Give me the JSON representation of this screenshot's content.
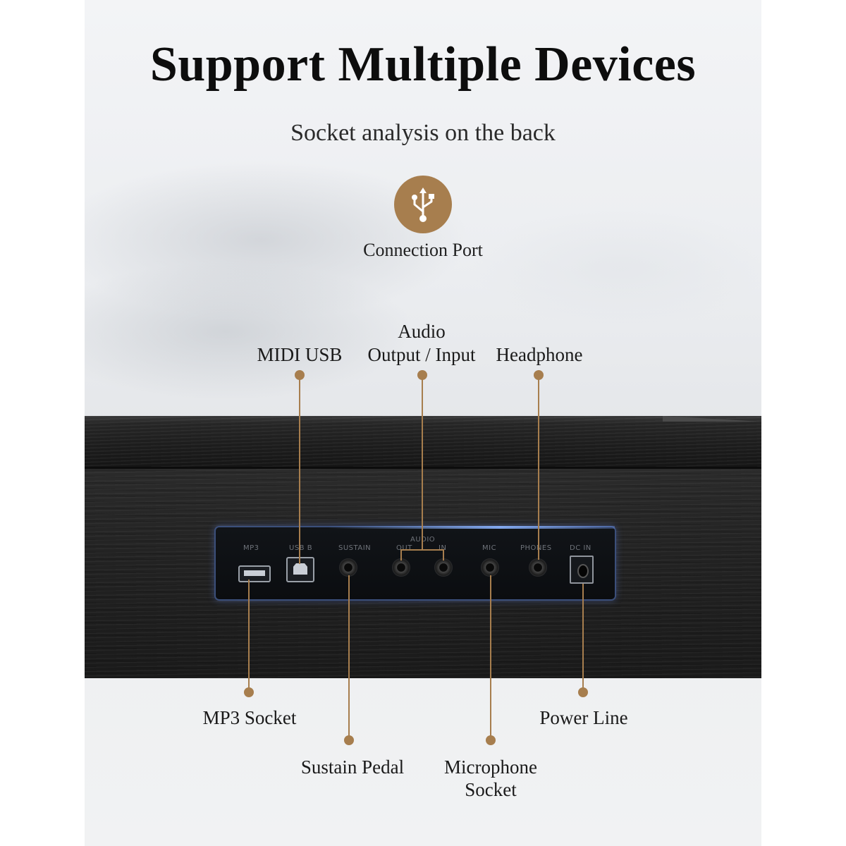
{
  "heading": {
    "title": "Support Multiple Devices",
    "subtitle": "Socket analysis on the back"
  },
  "connection": {
    "icon": "usb-icon",
    "caption": "Connection Port",
    "accent_color": "#a77e4e"
  },
  "panel_markings": {
    "mp3": "MP3",
    "usb": "USB B",
    "sustain": "SUSTAIN",
    "audio": "AUDIO",
    "out": "OUT",
    "in": "IN",
    "mic": "MIC",
    "phones": "PHONES",
    "dc": "DC IN"
  },
  "callouts": {
    "midi_usb": "MIDI USB",
    "audio_line1": "Audio",
    "audio_line2": "Output / Input",
    "headphone": "Headphone",
    "mp3_socket": "MP3 Socket",
    "sustain_pedal": "Sustain Pedal",
    "microphone_line1": "Microphone",
    "microphone_line2": "Socket",
    "power_line": "Power Line"
  }
}
